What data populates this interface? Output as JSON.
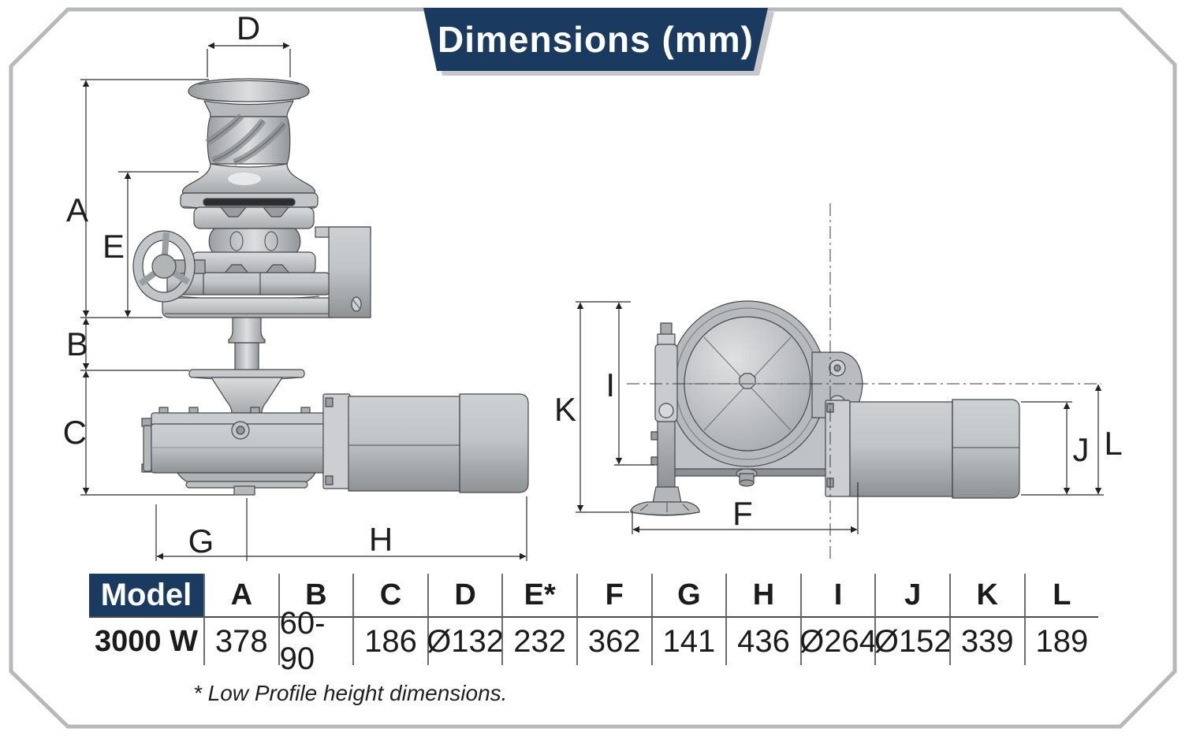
{
  "banner": {
    "title": "Dimensions (mm)"
  },
  "front_view": {
    "labels": {
      "A": "A",
      "B": "B",
      "C": "C",
      "D": "D",
      "E": "E",
      "G": "G",
      "H": "H"
    }
  },
  "side_view": {
    "labels": {
      "K": "K",
      "I": "I",
      "F": "F",
      "J": "J",
      "L": "L"
    }
  },
  "table": {
    "model_header": "Model",
    "model_value": "3000 W",
    "columns": [
      {
        "header": "A",
        "value": "378"
      },
      {
        "header": "B",
        "value": "60-90"
      },
      {
        "header": "C",
        "value": "186"
      },
      {
        "header": "D",
        "value": "Ø132"
      },
      {
        "header": "E*",
        "value": "232"
      },
      {
        "header": "F",
        "value": "362"
      },
      {
        "header": "G",
        "value": "141"
      },
      {
        "header": "H",
        "value": "436"
      },
      {
        "header": "I",
        "value": "Ø264"
      },
      {
        "header": "J",
        "value": "Ø152"
      },
      {
        "header": "K",
        "value": "339"
      },
      {
        "header": "L",
        "value": "189"
      }
    ]
  },
  "footnote": "* Low Profile height dimensions.",
  "colors": {
    "navy": "#1a3a5f",
    "border_gray": "#b7b8bd"
  }
}
